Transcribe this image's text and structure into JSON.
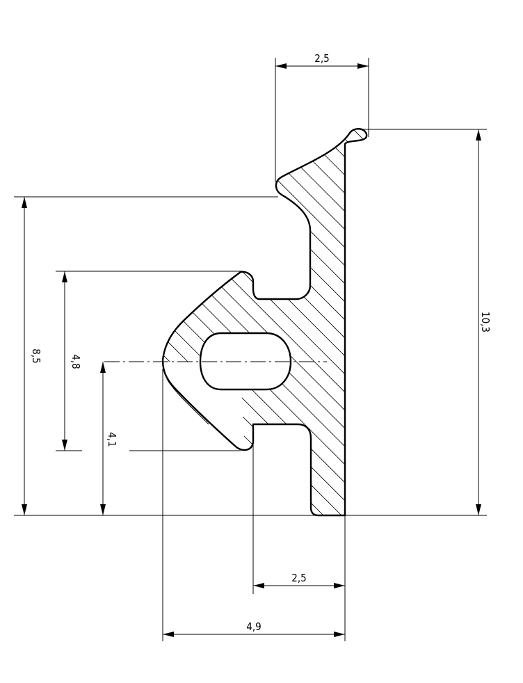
{
  "drawing": {
    "dimensions": {
      "top_width": "2,5",
      "total_height": "10,3",
      "left_height": "8,5",
      "mid_height": "4,8",
      "low_height": "4,1",
      "bottom_width": "2,5",
      "total_width": "4,9"
    },
    "colors": {
      "line": "#000000",
      "background": "#ffffff"
    }
  }
}
